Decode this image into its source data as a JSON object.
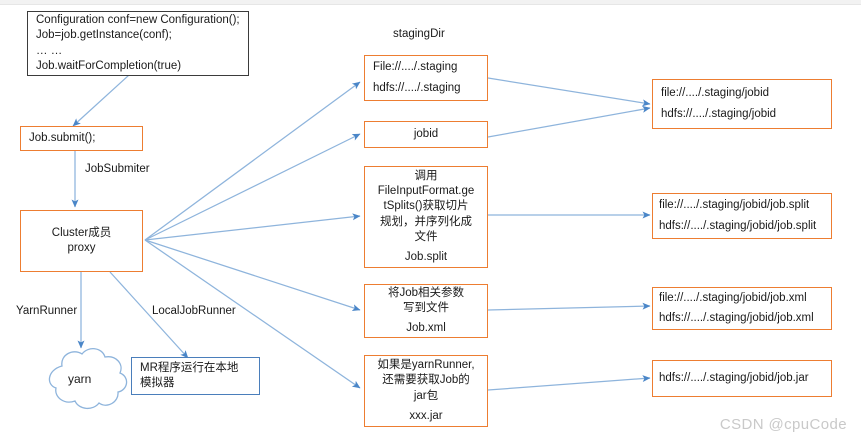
{
  "diagram": {
    "title": "MapReduce Job Submission Flow",
    "colors": {
      "box_border_orange": "#ED7D31",
      "box_border_dark": "#3B3B3B",
      "box_border_blue": "#4A7EBB",
      "arrow": "#7FA8D4",
      "text": "#1A1A1A",
      "watermark": "#C9C9C9"
    },
    "watermark": "CSDN @cpuCode",
    "code_box": {
      "lines": [
        "Configuration conf=new Configuration();",
        "Job=job.getInstance(conf);",
        "… …",
        "Job.waitForCompletion(true)"
      ]
    },
    "job_submit_box": {
      "label": "Job.submit();"
    },
    "cluster_box": {
      "line1": "Cluster成员",
      "line2": "proxy"
    },
    "edge_labels": {
      "job_submiter": "JobSubmiter",
      "yarn_runner": "YarnRunner",
      "local_job_runner": "LocalJobRunner"
    },
    "yarn_cloud": {
      "label": "yarn"
    },
    "local_sim_box": {
      "line1": "MR程序运行在本地",
      "line2": "模拟器"
    },
    "staging_caption": "stagingDir",
    "middle_boxes": [
      {
        "id": "staging-dir",
        "lines": [
          "File://..../.staging",
          "hdfs://..../.staging"
        ],
        "footer": ""
      },
      {
        "id": "jobid",
        "lines": [
          "jobid"
        ],
        "footer": ""
      },
      {
        "id": "job-split",
        "lines": [
          "调用",
          "FileInputFormat.ge",
          "tSplits()获取切片",
          "规划，并序列化成",
          "文件"
        ],
        "footer": "Job.split"
      },
      {
        "id": "job-xml",
        "lines": [
          "将Job相关参数",
          "写到文件"
        ],
        "footer": "Job.xml"
      },
      {
        "id": "job-jar",
        "lines": [
          "如果是yarnRunner,",
          "还需要获取Job的",
          "jar包"
        ],
        "footer": "xxx.jar"
      }
    ],
    "right_boxes": [
      {
        "id": "path-jobid",
        "lines": [
          "file://..../.staging/jobid",
          "hdfs://..../.staging/jobid"
        ]
      },
      {
        "id": "path-job-split",
        "lines": [
          "file://..../.staging/jobid/job.split",
          "hdfs://..../.staging/jobid/job.split"
        ]
      },
      {
        "id": "path-job-xml",
        "lines": [
          "file://..../.staging/jobid/job.xml",
          "hdfs://..../.staging/jobid/job.xml"
        ]
      },
      {
        "id": "path-job-jar",
        "lines": [
          "hdfs://..../.staging/jobid/job.jar"
        ]
      }
    ]
  }
}
